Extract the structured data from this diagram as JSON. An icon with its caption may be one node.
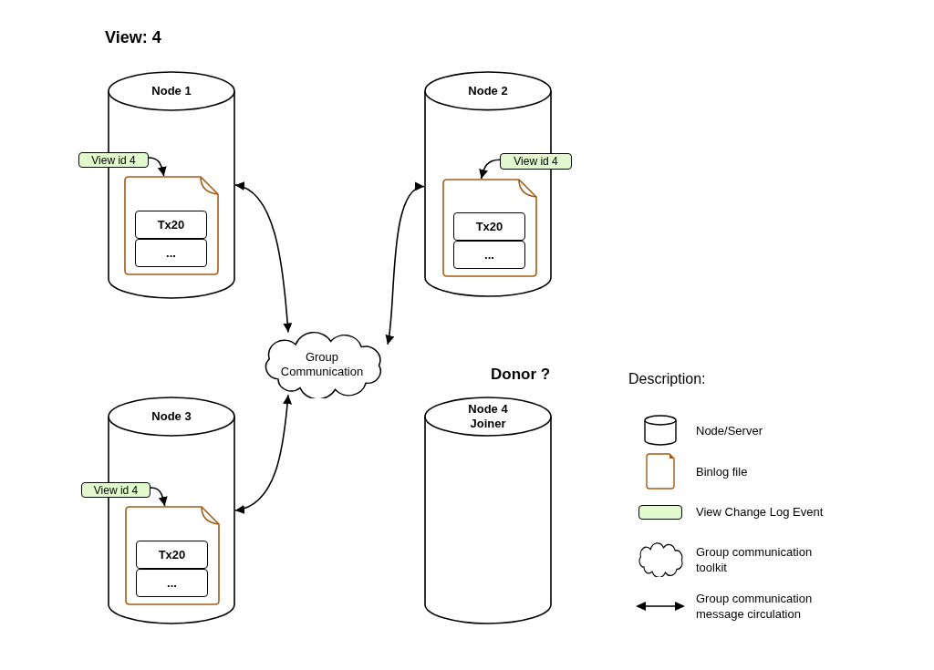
{
  "diagram": {
    "title": "View: 4",
    "nodes": [
      {
        "text": [
          "Node 1"
        ]
      },
      {
        "text": [],
        "shape": "file",
        "in": 0
      },
      {
        "text": [
          "Tx20"
        ],
        "in": 1
      },
      {
        "text": [
          "..."
        ],
        "in": 1
      },
      {
        "text": [
          "View id 4"
        ]
      },
      {
        "text": [
          "Node 2"
        ]
      },
      {
        "text": [],
        "shape": "file",
        "in": 5
      },
      {
        "text": [
          "Tx20"
        ],
        "in": 6
      },
      {
        "text": [
          "..."
        ],
        "in": 6
      },
      {
        "text": [
          "View id 4"
        ]
      },
      {
        "text": [
          "Group Communication"
        ]
      },
      {
        "text": [
          "Node 3"
        ]
      },
      {
        "text": [],
        "shape": "file",
        "in": 11
      },
      {
        "text": [
          "Tx20"
        ],
        "in": 12
      },
      {
        "text": [
          "..."
        ],
        "in": 12
      },
      {
        "text": [
          "View id 4"
        ]
      },
      {
        "text": [
          "Node 4 Joiner"
        ]
      }
    ],
    "edges": [
      {
        "from": 0,
        "to": 10,
        "arrow": "both"
      },
      {
        "from": 5,
        "to": 10,
        "arrow": "both"
      },
      {
        "from": 11,
        "to": 10,
        "arrow": "both"
      },
      {
        "from": 4,
        "to": 1,
        "arrow": "to"
      },
      {
        "from": 9,
        "to": 6,
        "arrow": "to"
      },
      {
        "from": 15,
        "to": 12,
        "arrow": "to"
      }
    ],
    "labels": [
      "Donor ?",
      "Description:"
    ],
    "legend": [
      {
        "text": "Node/Server"
      },
      {
        "text": "Binlog file"
      },
      {
        "text": "View Change Log Event",
        "color": "#e1f9cc"
      },
      {
        "text": "Group communication toolkit"
      },
      {
        "text": "Group communication message circulation"
      }
    ]
  }
}
